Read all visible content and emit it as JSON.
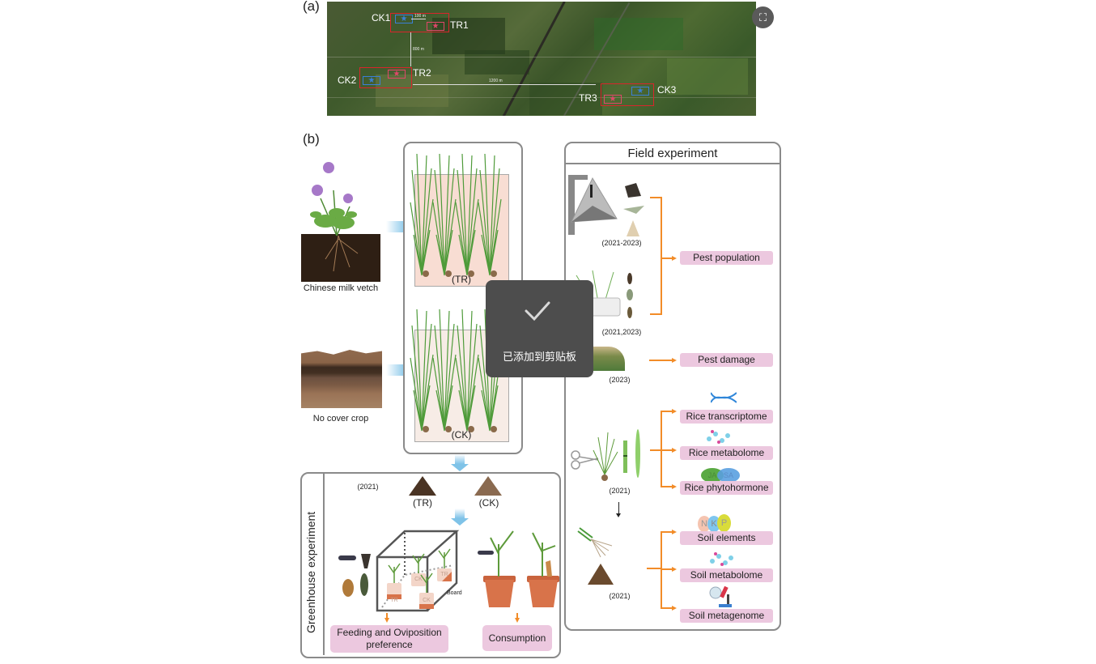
{
  "panel_a": {
    "label": "(a)",
    "sites": [
      {
        "control": "CK1",
        "treatment": "TR1"
      },
      {
        "control": "CK2",
        "treatment": "TR2"
      },
      {
        "control": "CK3",
        "treatment": "TR3"
      }
    ],
    "distances": {
      "ck1_tr1": "100 m",
      "site1_site2": "800 m",
      "site2_site3": "1200 m"
    },
    "marker_glyph": "★",
    "colors": {
      "site_box": "#d9252b",
      "control": "#3b7fd6",
      "treatment": "#e0476a"
    }
  },
  "scan_button": {
    "icon": "scan-text-icon",
    "glyph": "⛶"
  },
  "panel_b": {
    "label": "(b)",
    "cover_crops": [
      {
        "label": "Chinese milk vetch",
        "plot": "(TR)"
      },
      {
        "label": "No cover crop",
        "plot": "(CK)"
      }
    ],
    "field_experiment": {
      "title": "Field experiment",
      "sampling": [
        {
          "years": "(2021-2023)",
          "method": "light-trap",
          "targets": [
            "Pest population"
          ]
        },
        {
          "years": "(2021,2023)",
          "method": "sticky-board"
        },
        {
          "years": "(2023)",
          "method": "damage-survey",
          "targets": [
            "Pest damage"
          ]
        },
        {
          "years": "(2021)",
          "method": "rice-sampling",
          "targets": [
            "Rice transcriptome",
            "Rice metabolome",
            "Rice phytohormone"
          ]
        },
        {
          "years": "(2021)",
          "method": "soil-sampling",
          "targets": [
            "Soil elements",
            "Soil metabolome",
            "Soil metagenome"
          ]
        }
      ],
      "nutrient_labels": [
        "N",
        "K",
        "P"
      ],
      "hormone_labels": [
        "JA",
        "SA"
      ]
    },
    "greenhouse_experiment": {
      "title": "Greenhouse experiment",
      "year": "(2021)",
      "soils": [
        "(TR)",
        "(CK)"
      ],
      "cage_pots": [
        "TR",
        "CK",
        "CK",
        "TR"
      ],
      "board_label": "Board",
      "outcomes": [
        "Feeding and Oviposition preference",
        "Consumption"
      ]
    },
    "colors": {
      "tag_bg": "#ecc8df",
      "arrow": "#f28c28",
      "flow_arrow": "#7fc3e8",
      "tr_plot_bg": "#f8ddd3",
      "ck_plot_bg": "#f7ece6"
    }
  },
  "toast": {
    "message": "已添加到剪贴板",
    "icon": "check-icon"
  }
}
